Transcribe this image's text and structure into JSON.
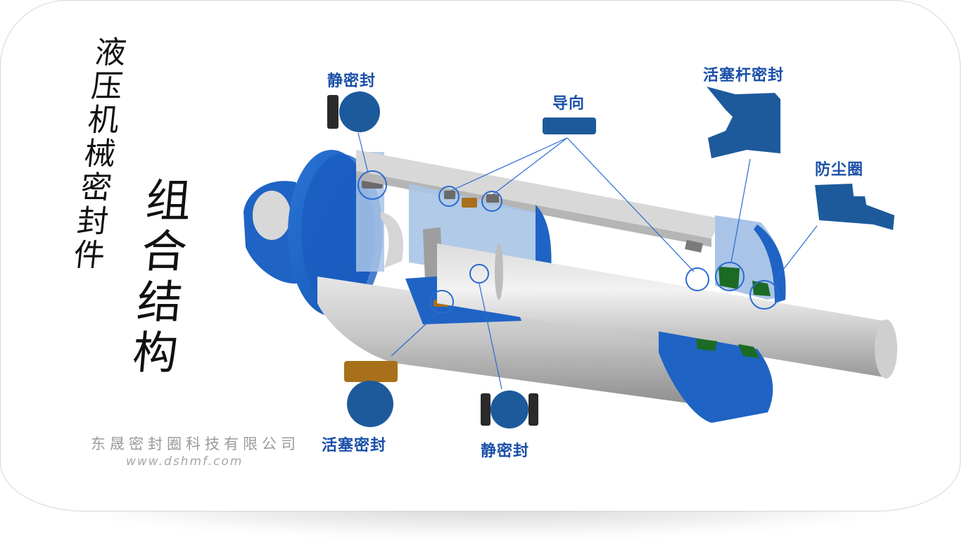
{
  "title": {
    "subtitle_vertical": "液压机械密封件",
    "main_vertical": "组合结构"
  },
  "company": {
    "name": "东晟密封圈科技有限公司",
    "website": "www.dshmf.com"
  },
  "callouts": {
    "static_seal_top": "静密封",
    "guide": "导向",
    "rod_seal": "活塞杆密封",
    "dust_ring": "防尘圈",
    "piston_seal": "活塞密封",
    "static_seal_bottom": "静密封"
  },
  "colors": {
    "seal_blue": "#1d5a9c",
    "label_blue": "#1a4fa8",
    "body_blue": "#1f6fd1",
    "body_blue_light": "#a9c4e6",
    "steel_gray": "#c9c9c9",
    "bronze": "#a8701a",
    "green_seal": "#1b6b24",
    "black_ring": "#2a2a2a"
  }
}
